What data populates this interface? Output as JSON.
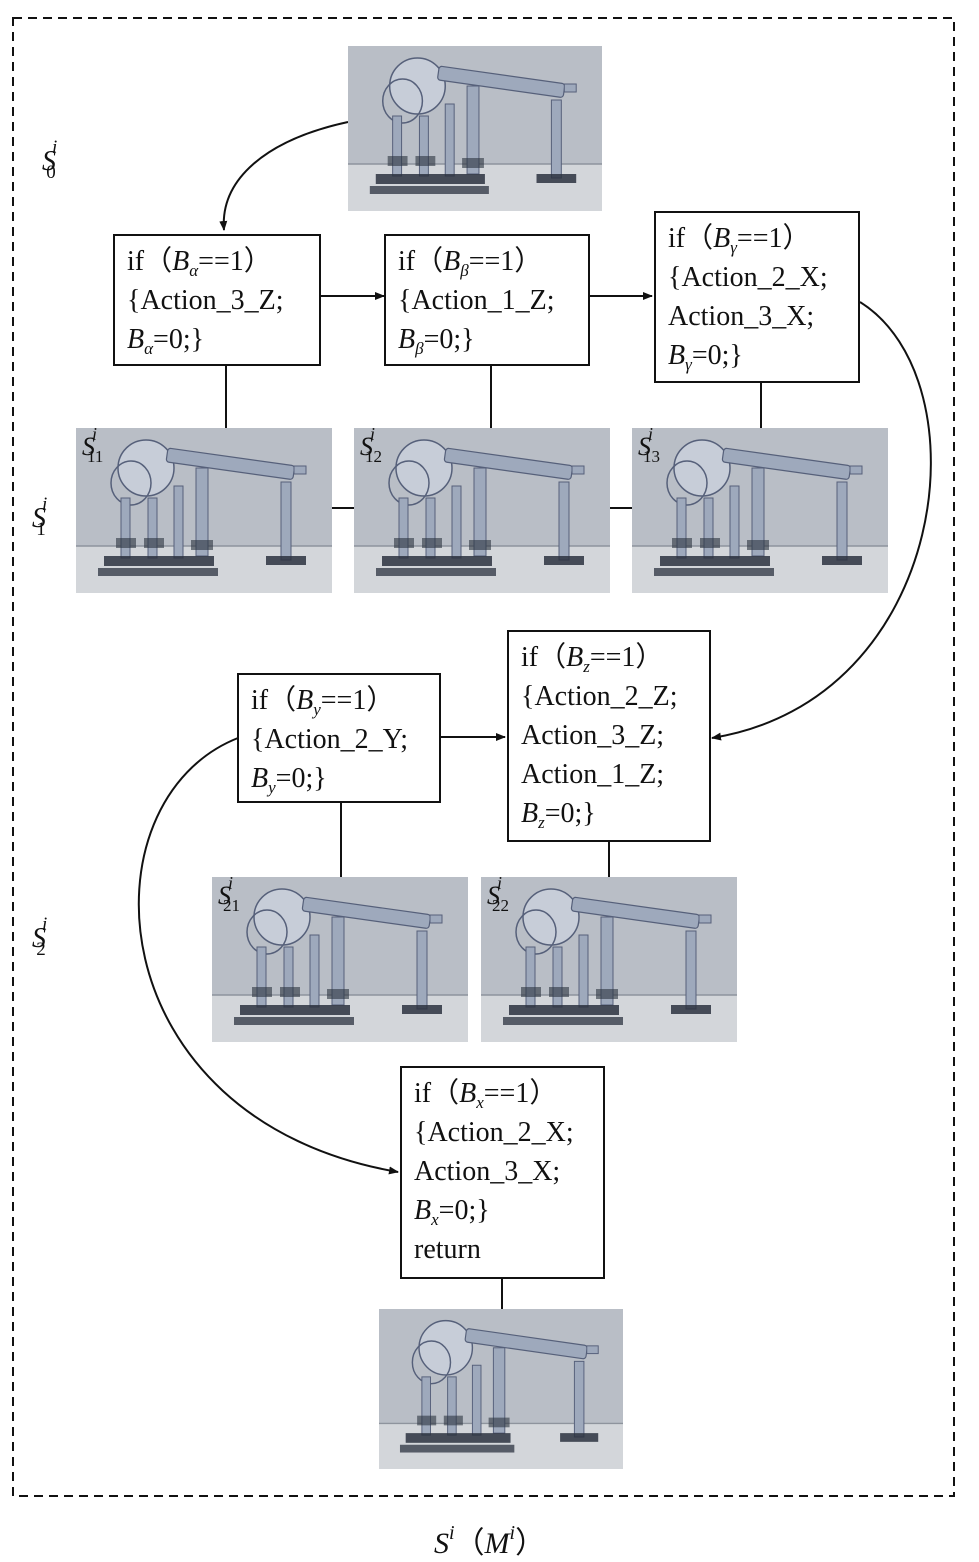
{
  "caption": {
    "main": "S",
    "sup": "i",
    "open": "（",
    "arg": "M",
    "arg_sup": "i",
    "close": "）"
  },
  "stages": [
    {
      "main": "S",
      "sub": "0",
      "sup": "i"
    },
    {
      "main": "S",
      "sub": "1",
      "sup": "i"
    },
    {
      "main": "S",
      "sub": "2",
      "sup": "i"
    }
  ],
  "photos": [
    {
      "main": "S",
      "sub": "11",
      "sup": "i"
    },
    {
      "main": "S",
      "sub": "12",
      "sup": "i"
    },
    {
      "main": "S",
      "sub": "13",
      "sup": "i"
    },
    {
      "main": "S",
      "sub": "21",
      "sup": "i"
    },
    {
      "main": "S",
      "sub": "22",
      "sup": "i"
    }
  ],
  "boxes": {
    "alpha": {
      "if": "if（",
      "var": "B",
      "sub": "α",
      "cond": "==1）",
      "actions": [
        "{Action_3_Z;"
      ],
      "reset": "=0;}"
    },
    "beta": {
      "if": "if（",
      "var": "B",
      "sub": "β",
      "cond": "==1）",
      "actions": [
        "{Action_1_Z;"
      ],
      "reset": "=0;}"
    },
    "gamma": {
      "if": "if（",
      "var": "B",
      "sub": "γ",
      "cond": "==1）",
      "actions": [
        "{Action_2_X;",
        "Action_3_X;"
      ],
      "reset": "=0;}"
    },
    "y": {
      "if": "if（",
      "var": "B",
      "sub": "y",
      "cond": "==1）",
      "actions": [
        "{Action_2_Y;"
      ],
      "reset": "=0;}"
    },
    "z": {
      "if": "if（",
      "var": "B",
      "sub": "z",
      "cond": "==1）",
      "actions": [
        "{Action_2_Z;",
        "Action_3_Z;",
        "Action_1_Z;"
      ],
      "reset": "=0;}"
    },
    "x": {
      "if": "if（",
      "var": "B",
      "sub": "x",
      "cond": "==1）",
      "actions": [
        "{Action_2_X;",
        "Action_3_X;"
      ],
      "reset": "=0;}",
      "return": "return"
    }
  },
  "colors": {
    "line": "#111111",
    "photo_bg": "#b9bec6",
    "photo_floor": "#d3d6da",
    "machine": "#9ea9bc",
    "machine_dark": "#2c3340"
  }
}
